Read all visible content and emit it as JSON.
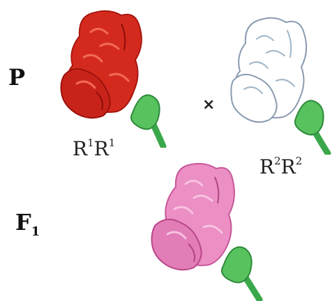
{
  "parent_label": "P",
  "f1_label": {
    "letter": "F",
    "sub": "1"
  },
  "cross_symbol": "×",
  "red_genotype": {
    "a": "R",
    "a_sup": "1",
    "b": "R",
    "b_sup": "1"
  },
  "white_genotype": {
    "a": "R",
    "a_sup": "2",
    "b": "R",
    "b_sup": "2"
  },
  "colors": {
    "red": "#d42a1e",
    "red_dark": "#a8160f",
    "white": "#ffffff",
    "white_line": "#8a9bb0",
    "pink": "#eb8fc4",
    "pink_dark": "#c8579a",
    "stem": "#3aa84a",
    "leaf": "#58c25e"
  }
}
